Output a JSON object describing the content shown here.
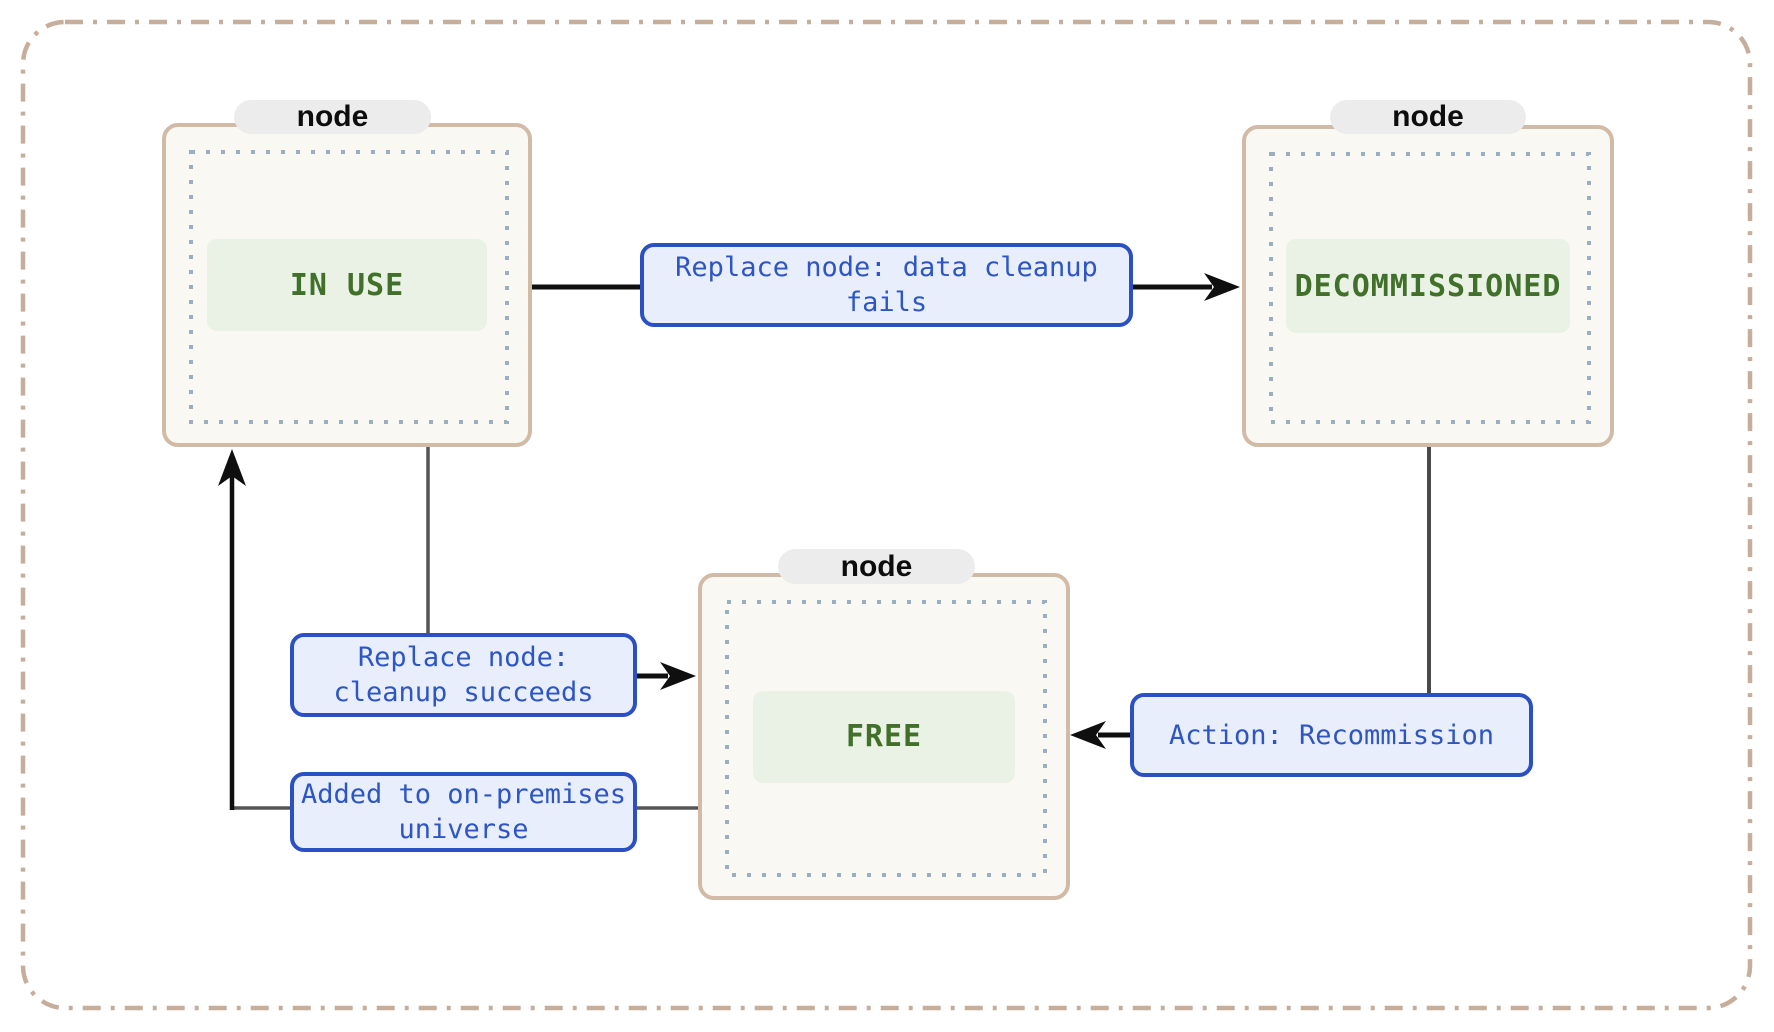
{
  "diagram": {
    "type": "state-diagram",
    "nodes": [
      {
        "id": "in-use",
        "tag": "node",
        "state": "IN USE"
      },
      {
        "id": "decommissioned",
        "tag": "node",
        "state": "DECOMMISSIONED"
      },
      {
        "id": "free",
        "tag": "node",
        "state": "FREE"
      }
    ],
    "edges": [
      {
        "from": "IN USE",
        "to": "DECOMMISSIONED",
        "label": "Replace node: data cleanup\nfails"
      },
      {
        "from": "IN USE",
        "to": "FREE",
        "label": "Replace node:\ncleanup succeeds"
      },
      {
        "from": "DECOMMISSIONED",
        "to": "FREE",
        "label": "Action: Recommission"
      },
      {
        "from": "FREE",
        "to": "IN USE",
        "label": "Added to on-premises\nuniverse"
      }
    ],
    "colors": {
      "outer_border": "#c6ae9b",
      "node_border": "#d2bba6",
      "node_fill": "#faf8f3",
      "inner_dotted_border": "#9aadc2",
      "state_chip_fill": "#e9f2e5",
      "state_text": "#41702a",
      "edge_label_border": "#2b50c4",
      "edge_label_fill": "#e8eefb",
      "edge_label_text": "#2d55c4",
      "arrow": "#0f0f0f",
      "connector": "#555555",
      "pill_fill": "#ececec"
    }
  }
}
